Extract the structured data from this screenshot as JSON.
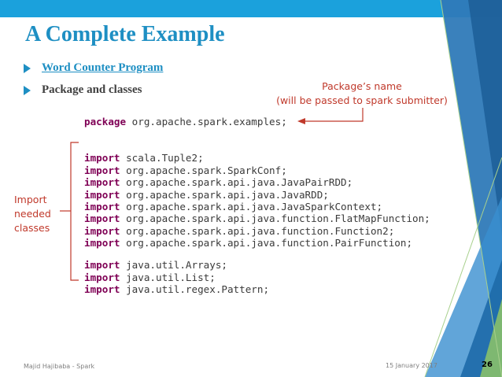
{
  "slide": {
    "title": "A Complete Example",
    "bullets": [
      "Word Counter Program",
      "Package and classes"
    ],
    "package_note": {
      "line1": "Package’s name",
      "line2": "(will be passed to spark submitter)"
    },
    "import_note": [
      "Import",
      "needed",
      "classes"
    ],
    "code": {
      "package_line": {
        "keyword": "package",
        "text": " org.apache.spark.examples;"
      },
      "imports_group1": [
        {
          "keyword": "import",
          "text": " scala.Tuple2;"
        },
        {
          "keyword": "import",
          "text": " org.apache.spark.SparkConf;"
        },
        {
          "keyword": "import",
          "text": " org.apache.spark.api.java.JavaPairRDD;"
        },
        {
          "keyword": "import",
          "text": " org.apache.spark.api.java.JavaRDD;"
        },
        {
          "keyword": "import",
          "text": " org.apache.spark.api.java.JavaSparkContext;"
        },
        {
          "keyword": "import",
          "text": " org.apache.spark.api.java.function.FlatMapFunction;"
        },
        {
          "keyword": "import",
          "text": " org.apache.spark.api.java.function.Function2;"
        },
        {
          "keyword": "import",
          "text": " org.apache.spark.api.java.function.PairFunction;"
        }
      ],
      "imports_group2": [
        {
          "keyword": "import",
          "text": " java.util.Arrays;"
        },
        {
          "keyword": "import",
          "text": " java.util.List;"
        },
        {
          "keyword": "import",
          "text": " java.util.regex.Pattern;"
        }
      ]
    },
    "footer": {
      "author": "Majid Hajibaba - Spark",
      "date": "15 January 2017",
      "page": "26"
    }
  },
  "colors": {
    "accent": "#1e8fc3",
    "top_bar": "#1ba1dc",
    "annotation": "#c0392b",
    "keyword": "#7f0055"
  }
}
